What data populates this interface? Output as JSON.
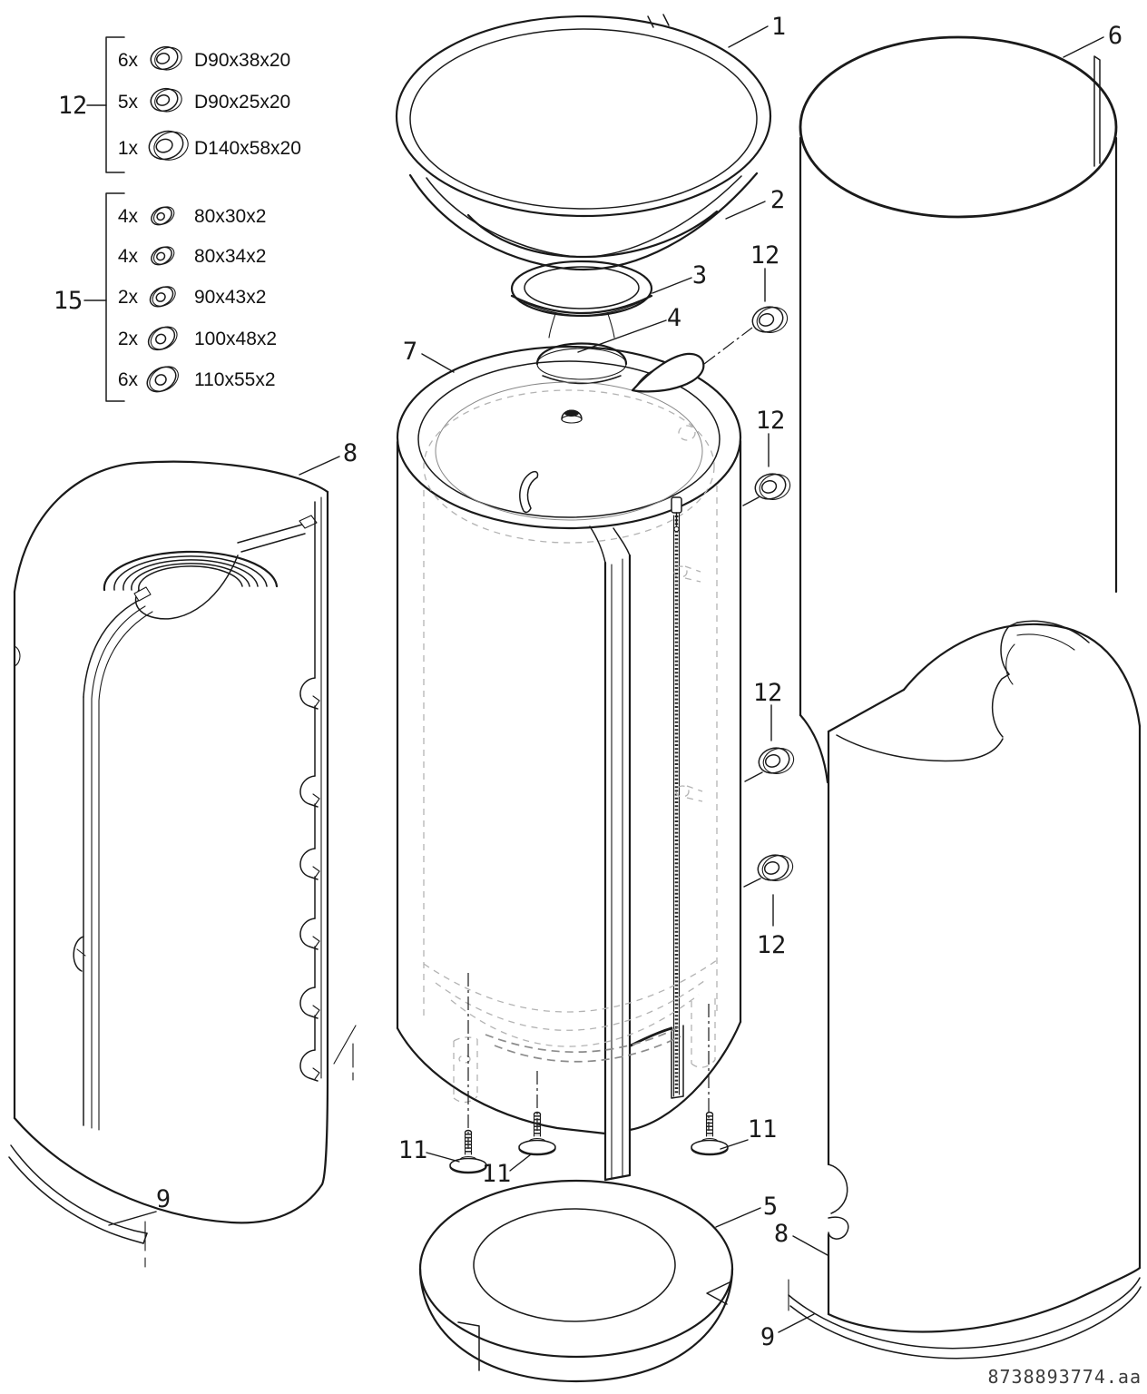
{
  "doc_number": "8738893774.aa",
  "legend": {
    "groups": [
      {
        "label": "12",
        "items": [
          {
            "qty": "6x",
            "size": "D90x38x20"
          },
          {
            "qty": "5x",
            "size": "D90x25x20"
          },
          {
            "qty": "1x",
            "size": "D140x58x20"
          }
        ]
      },
      {
        "label": "15",
        "items": [
          {
            "qty": "4x",
            "size": "80x30x2"
          },
          {
            "qty": "4x",
            "size": "80x34x2"
          },
          {
            "qty": "2x",
            "size": "90x43x2"
          },
          {
            "qty": "2x",
            "size": "100x48x2"
          },
          {
            "qty": "6x",
            "size": "110x55x2"
          }
        ]
      }
    ]
  },
  "callouts": {
    "lid_cover": "1",
    "lid_insulation": "2",
    "collar_ring": "3",
    "top_cap": "4",
    "base_ring": "5",
    "outer_sleeve": "6",
    "tank_jacket": "7",
    "insulation_shell": "8",
    "trim_strip": "9",
    "adjustable_foot": "11",
    "grommet": "12",
    "washer_set": "15"
  }
}
